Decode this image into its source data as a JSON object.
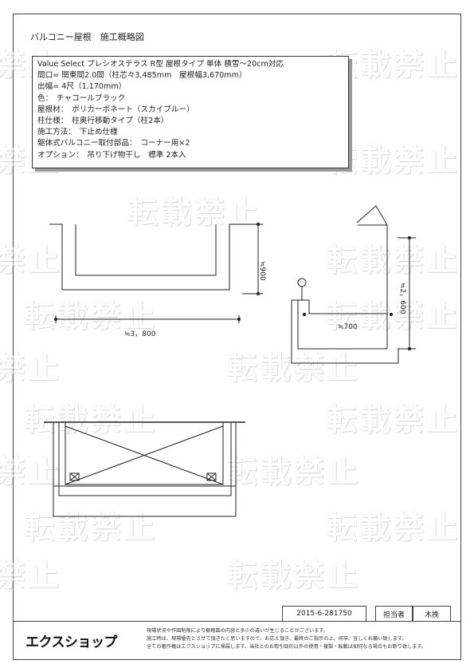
{
  "title": "バルコニー屋根　施工概略図",
  "spec_lines": [
    "Value Select プレシオステラス R型 屋根タイプ 単体 積雪～20cm対応",
    "間口= 関東間2.0間（柱芯々3,485mm　屋根幅3,670mm）",
    "出幅= 4尺（1,170mm）",
    "色：　チャコールブラック",
    "屋根材：　ポリカーボネート（スカイブルー）",
    "柱仕様：　柱奥行移動タイプ（柱2本）",
    "施工方法：　下止め仕様",
    "躯体式バルコニー取付部品：　コーナー用×2",
    "オプション：　吊り下げ物干し　標準 2本入"
  ],
  "watermark_text": "転載禁止",
  "dimensions": {
    "width": "≒3，800",
    "depth": "≒900",
    "side_width": "≒700",
    "height": "≒2，600"
  },
  "footer": {
    "doc_id": "2015-6-281750",
    "person_label": "担当者",
    "person_name": "木挽",
    "logo": "エクスショップ",
    "notice": [
      "現場状況や作図制限により概略図の内容と多少の違いが生じることがございます。",
      "施工時は、現場優先とさせて頂きたく思いますので、お応え頂き、最終のご指示の上、何卒、宜しくお願い致します。",
      "全ての著作権はエクスショップに帰属します。当社とのお取引目的以外の使用・複製・転載は如何なる場合もお断り致します。"
    ]
  },
  "colors": {
    "line": "#222222",
    "shadow": "#9a9a9a"
  }
}
